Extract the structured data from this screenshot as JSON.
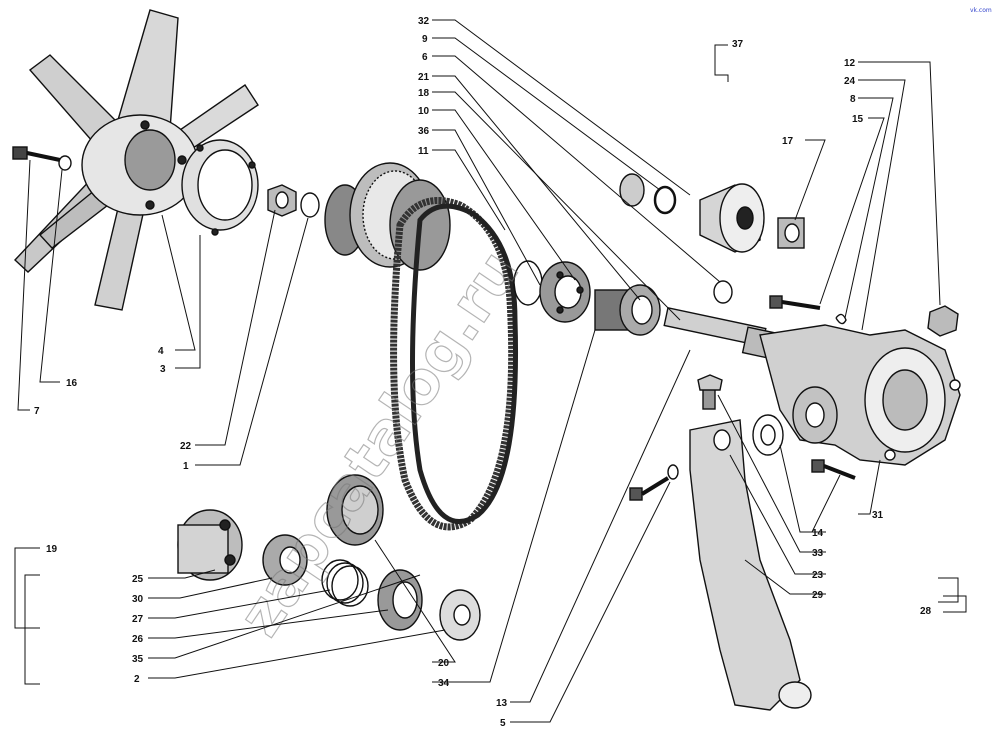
{
  "watermark": "zapcatalog.ru",
  "corner_mark": "vk.com",
  "callouts": [
    "32",
    "9",
    "6",
    "21",
    "18",
    "10",
    "36",
    "11",
    "37",
    "12",
    "24",
    "8",
    "15",
    "17",
    "4",
    "3",
    "16",
    "7",
    "22",
    "1",
    "19",
    "25",
    "30",
    "27",
    "26",
    "35",
    "2",
    "20",
    "34",
    "13",
    "5",
    "33",
    "23",
    "29",
    "14",
    "31",
    "28"
  ]
}
